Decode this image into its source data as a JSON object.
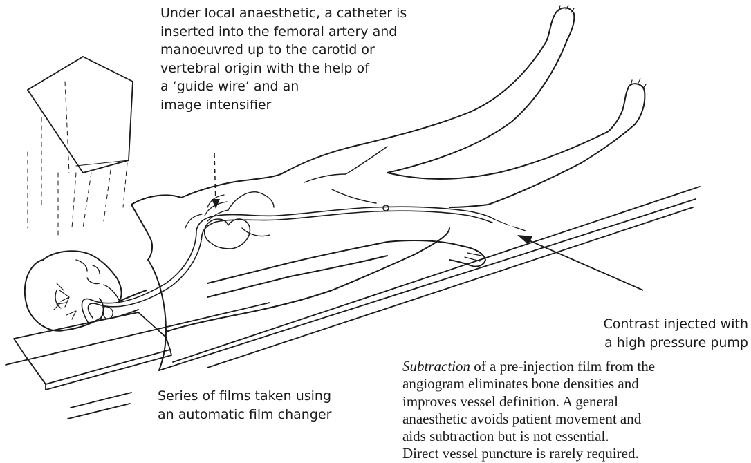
{
  "labels": {
    "catheter": [
      "Under local anaesthetic, a catheter is",
      "inserted into the femoral artery and",
      "manoeuvred up to the carotid or",
      "vertebral origin with the help of",
      "a ‘guide wire’ and an",
      "image intensifier"
    ],
    "contrast": [
      "Contrast injected with",
      "a high pressure pump"
    ],
    "films": [
      "Series of films taken using",
      "an automatic film changer"
    ]
  },
  "subtraction_note": {
    "emphasis": "Subtraction",
    "line1_rest": " of a pre-injection film from the",
    "lines": [
      "angiogram eliminates bone densities and",
      "improves vessel definition. A general",
      "anaesthetic avoids patient movement and",
      "aids subtraction but is not essential.",
      "Direct vessel puncture is rarely required."
    ]
  },
  "colors": {
    "ink": "#1a1a1a",
    "background": "#ffffff"
  }
}
